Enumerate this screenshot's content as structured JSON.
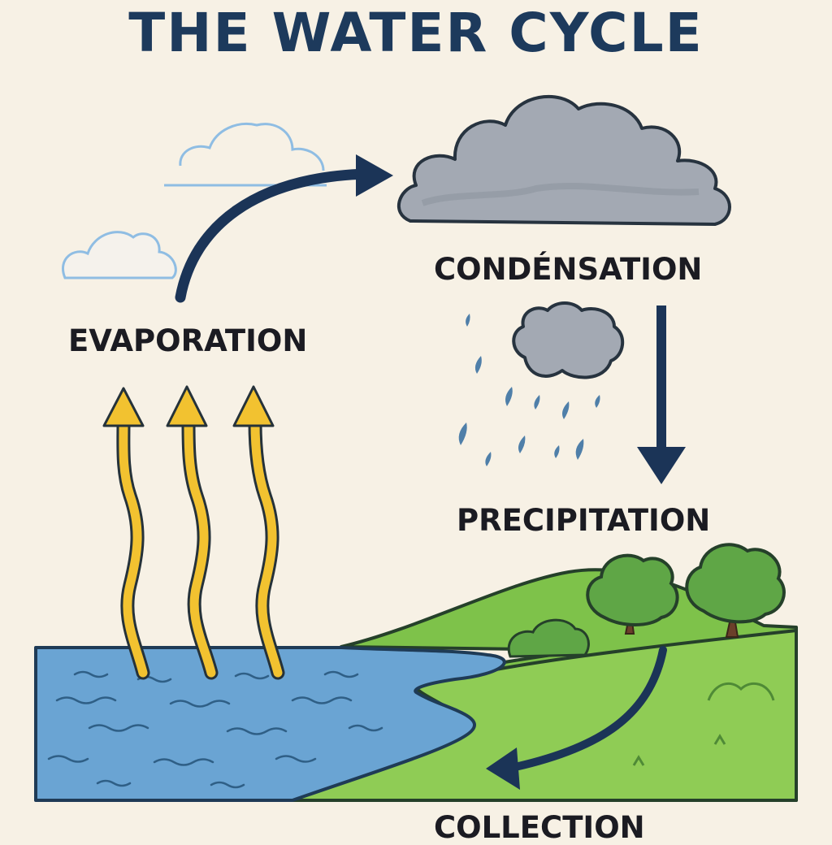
{
  "title": "THE WATER CYCLE",
  "stages": {
    "evaporation": "EVAPORATION",
    "condensation": "CONDÉNSATION",
    "precipitation": "PRECIPITATION",
    "collection": "COLLECTION"
  },
  "colors": {
    "background": "#f7f1e5",
    "title": "#1d3a5c",
    "arrow": "#1b3457",
    "evaporation_arrows": "#f2c230",
    "water": "#6aa4d3",
    "land": "#7ec24a",
    "cloud": "#a3a9b3",
    "light_cloud": "#8fbde3"
  }
}
